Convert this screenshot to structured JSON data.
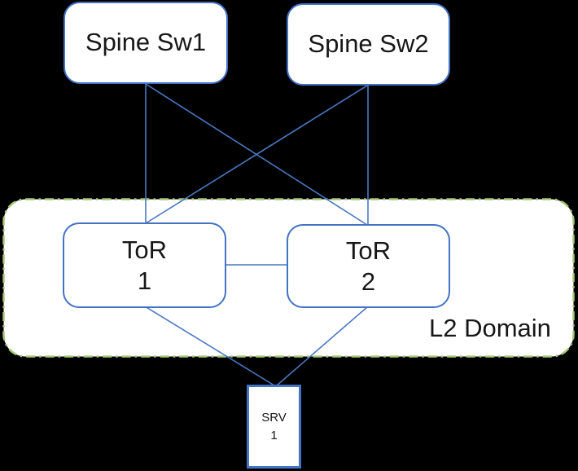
{
  "nodes": {
    "spine1": {
      "label": "Spine Sw1"
    },
    "spine2": {
      "label": "Spine Sw2"
    },
    "tor1": {
      "label_line1": "ToR",
      "label_line2": "1"
    },
    "tor2": {
      "label_line1": "ToR",
      "label_line2": "2"
    },
    "srv1": {
      "label_line1": "SRV",
      "label_line2": "1"
    }
  },
  "domain": {
    "label": "L2 Domain"
  },
  "edges": [
    {
      "from": "spine1",
      "to": "tor1"
    },
    {
      "from": "spine1",
      "to": "tor2"
    },
    {
      "from": "spine2",
      "to": "tor1"
    },
    {
      "from": "spine2",
      "to": "tor2"
    },
    {
      "from": "tor1",
      "to": "tor2"
    },
    {
      "from": "tor1",
      "to": "srv1"
    },
    {
      "from": "tor2",
      "to": "srv1"
    }
  ],
  "colors": {
    "background": "#000000",
    "node_fill": "#ffffff",
    "node_border": "#4472c4",
    "connector": "#4a78c2",
    "domain_border": "#a5c878",
    "text": "#171717"
  }
}
